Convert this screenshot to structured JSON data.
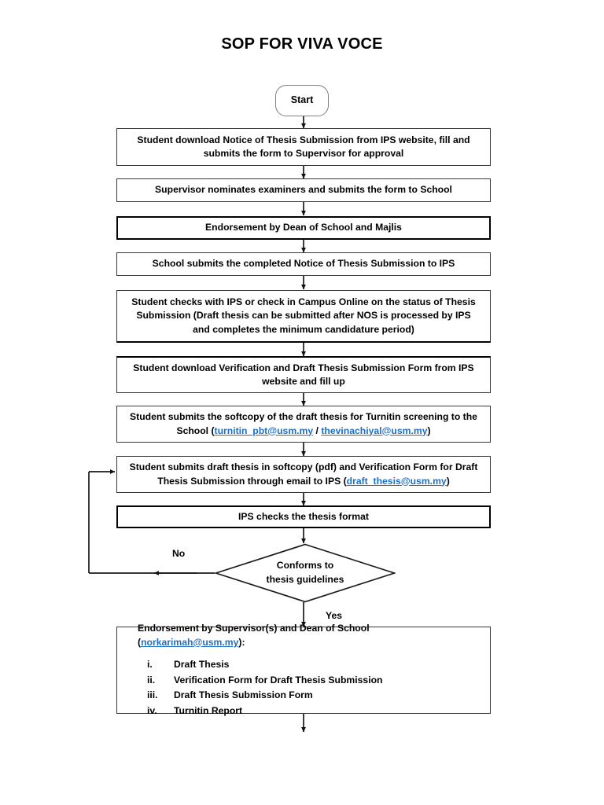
{
  "document": {
    "title": "SOP FOR VIVA VOCE"
  },
  "flowchart": {
    "type": "flowchart",
    "start_node": {
      "label": "Start",
      "shape": "stadium"
    },
    "steps": [
      {
        "id": "step-1",
        "shape": "process",
        "text": "Student download Notice of Thesis Submission from IPS website, fill and submits the form to Supervisor for approval"
      },
      {
        "id": "step-2",
        "shape": "process",
        "text": "Supervisor nominates examiners and submits the form to School"
      },
      {
        "id": "step-3",
        "shape": "process",
        "text": "Endorsement by Dean of School and Majlis"
      },
      {
        "id": "step-4",
        "shape": "process",
        "text": "School submits the completed Notice of Thesis Submission to IPS"
      },
      {
        "id": "step-5",
        "shape": "process",
        "text": "Student checks with IPS or check in Campus Online on the status of Thesis Submission (Draft thesis can be submitted after NOS is processed by IPS and completes the minimum candidature period)"
      },
      {
        "id": "step-6",
        "shape": "process",
        "text": "Student download Verification and Draft Thesis Submission Form from IPS website and fill up"
      },
      {
        "id": "step-7",
        "shape": "process",
        "text_before": "Student submits the softcopy of the draft thesis for Turnitin screening to the School (",
        "email_1": "turnitin_pbt@usm.my",
        "text_mid": " / ",
        "email_2": "thevinachiyal@usm.my",
        "text_after": ")"
      },
      {
        "id": "step-8",
        "shape": "process",
        "text_before": "Student submits draft thesis in softcopy (pdf) and Verification Form for Draft Thesis Submission through email to IPS (",
        "email_1": "draft_thesis@usm.my",
        "text_after": ")"
      },
      {
        "id": "step-9",
        "shape": "process",
        "text": "IPS checks the thesis format"
      }
    ],
    "decision": {
      "id": "decision-conforms",
      "shape": "diamond",
      "line_1": "Conforms to",
      "line_2": "thesis guidelines",
      "branch_no": "No",
      "branch_yes": "Yes"
    },
    "endorsement": {
      "id": "step-10",
      "shape": "process",
      "lead_before": "Endorsement by Supervisor(s) and Dean of School (",
      "lead_email": "norkarimah@usm.my",
      "lead_after": "):",
      "items": [
        {
          "numeral": "i.",
          "label": "Draft Thesis"
        },
        {
          "numeral": "ii.",
          "label": "Verification Form for Draft Thesis Submission"
        },
        {
          "numeral": "iii.",
          "label": "Draft Thesis Submission Form"
        },
        {
          "numeral": "iv.",
          "label": "Turnitin Report"
        }
      ]
    }
  },
  "colors": {
    "link": "#1f6fc4",
    "box_border": "#3a3a3a",
    "start_border": "#808080",
    "connector": "#1a1a1a",
    "text": "#000000",
    "background": "#ffffff"
  }
}
